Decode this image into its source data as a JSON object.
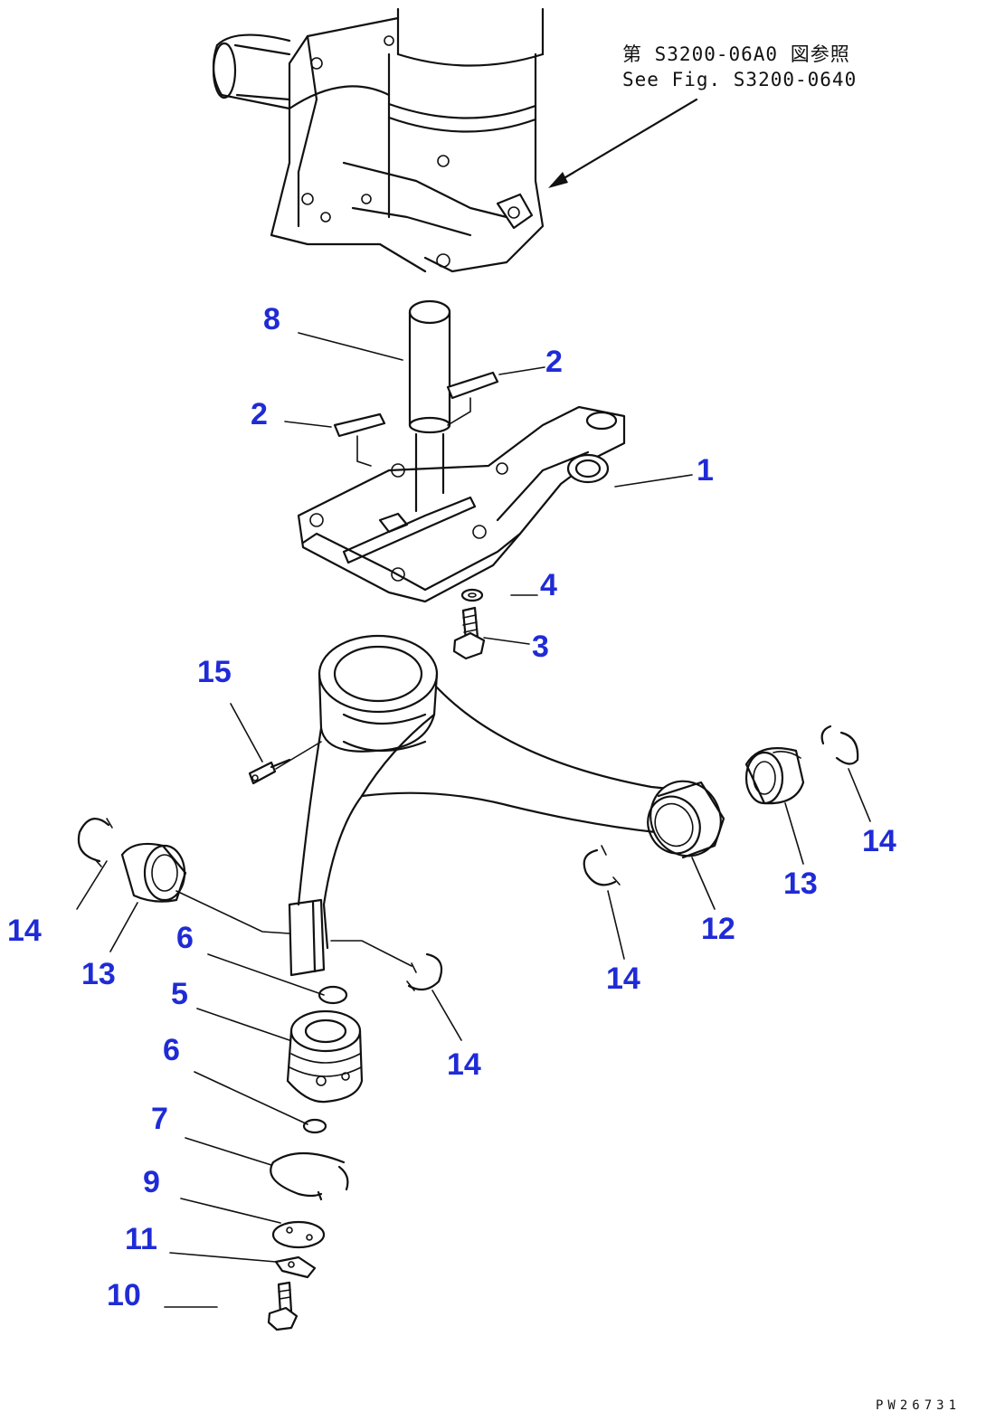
{
  "reference": {
    "line_jp": "第 S3200-06A0 図参照",
    "line_en": "See Fig. S3200-0640"
  },
  "drawing_code": "PW26731",
  "labels": {
    "p1": "1",
    "p2a": "2",
    "p2b": "2",
    "p3": "3",
    "p4": "4",
    "p5": "5",
    "p6a": "6",
    "p6b": "6",
    "p7": "7",
    "p8": "8",
    "p9": "9",
    "p10": "10",
    "p11": "11",
    "p12": "12",
    "p13a": "13",
    "p13b": "13",
    "p14a": "14",
    "p14b": "14",
    "p14c": "14",
    "p14d": "14",
    "p15": "15"
  },
  "colors": {
    "label": "#1f2bd6",
    "line": "#111111",
    "background": "#ffffff"
  }
}
